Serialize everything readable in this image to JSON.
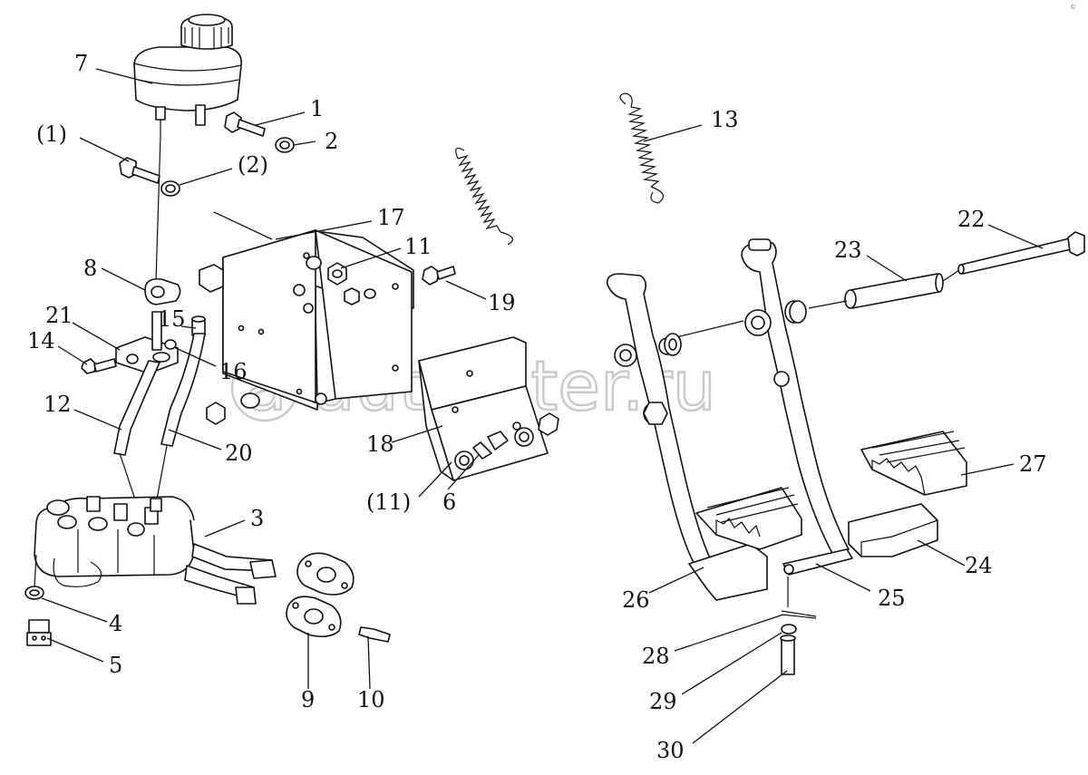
{
  "watermark": {
    "text": "autopiter.ru",
    "symbol": "a"
  },
  "corner_mark": "©",
  "callouts": {
    "c1": "1",
    "c2": "2",
    "c1p": "(1)",
    "c2p": "(2)",
    "c3": "3",
    "c4": "4",
    "c5": "5",
    "c6": "6",
    "c7": "7",
    "c8": "8",
    "c9": "9",
    "c10": "10",
    "c11": "11",
    "c11p": "(11)",
    "c12": "12",
    "c13": "13",
    "c14": "14",
    "c15": "15",
    "c16": "16",
    "c17": "17",
    "c18": "18",
    "c19": "19",
    "c20": "20",
    "c21": "21",
    "c22": "22",
    "c23": "23",
    "c24": "24",
    "c25": "25",
    "c26": "26",
    "c27": "27",
    "c28": "28",
    "c29": "29",
    "c30": "30"
  }
}
